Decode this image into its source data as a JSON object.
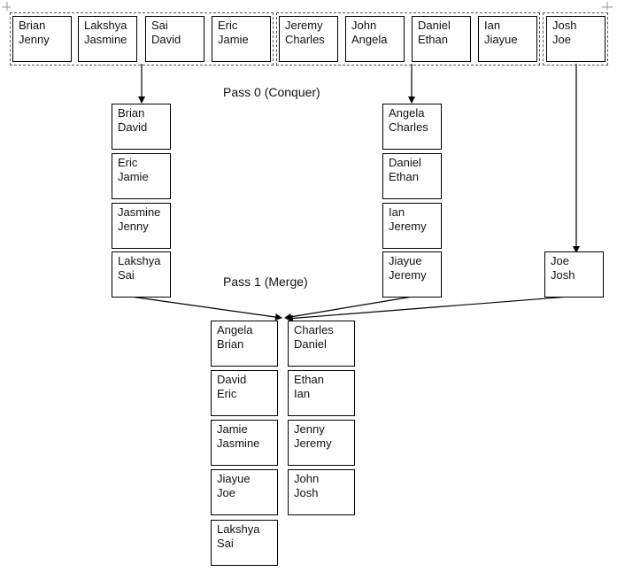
{
  "labels": {
    "pass0": "Pass 0 (Conquer)",
    "pass1": "Pass 1 (Merge)"
  },
  "input_groups": [
    {
      "pages": [
        [
          "Brian",
          "Jenny"
        ],
        [
          "Lakshya",
          "Jasmine"
        ],
        [
          "Sai",
          "David"
        ],
        [
          "Eric",
          "Jamie"
        ]
      ]
    },
    {
      "pages": [
        [
          "Jeremy",
          "Charles"
        ],
        [
          "John",
          "Angela"
        ],
        [
          "Daniel",
          "Ethan"
        ],
        [
          "Ian",
          "Jiayue"
        ]
      ]
    },
    {
      "pages": [
        [
          "Josh",
          "Joe"
        ]
      ]
    }
  ],
  "pass0_runs": [
    {
      "pages": [
        [
          "Brian",
          "David"
        ],
        [
          "Eric",
          "Jamie"
        ],
        [
          "Jasmine",
          "Jenny"
        ],
        [
          "Lakshya",
          "Sai"
        ]
      ]
    },
    {
      "pages": [
        [
          "Angela",
          "Charles"
        ],
        [
          "Daniel",
          "Ethan"
        ],
        [
          "Ian",
          "Jeremy"
        ],
        [
          "Jiayue",
          "Jeremy"
        ]
      ]
    },
    {
      "pages": [
        [
          "Joe",
          "Josh"
        ]
      ]
    }
  ],
  "pass1_output": {
    "col1": [
      [
        "Angela",
        "Brian"
      ],
      [
        "David",
        "Eric"
      ],
      [
        "Jamie",
        "Jasmine"
      ],
      [
        "Jiayue",
        "Joe"
      ],
      [
        "Lakshya",
        "Sai"
      ]
    ],
    "col2": [
      [
        "Charles",
        "Daniel"
      ],
      [
        "Ethan",
        "Ian"
      ],
      [
        "Jenny",
        "Jeremy"
      ],
      [
        "John",
        "Josh"
      ]
    ]
  },
  "colors": {
    "line": "#000000",
    "border": "#000000"
  }
}
